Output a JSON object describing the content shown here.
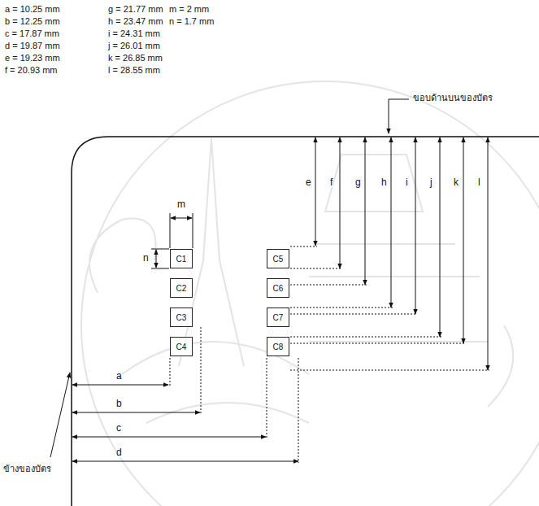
{
  "diagram": {
    "nodes": [
      {
        "text": [
          "C1"
        ]
      },
      {
        "text": [
          "C2"
        ]
      },
      {
        "text": [
          "C3"
        ]
      },
      {
        "text": [
          "C4"
        ]
      },
      {
        "text": [
          "C5"
        ]
      },
      {
        "text": [
          "C6"
        ]
      },
      {
        "text": [
          "C7"
        ]
      },
      {
        "text": [
          "C8"
        ]
      }
    ],
    "labels": [
      "a = 10.25 mm",
      "b = 12.25 mm",
      "c = 17.87 mm",
      "d = 19.87 mm",
      "e = 19.23 mm",
      "f = 20.93 mm",
      "g = 21.77 mm",
      "h = 23.47 mm",
      "i = 24.31 mm",
      "j = 26.01 mm",
      "k = 26.85 mm",
      "l = 28.55 mm",
      "m = 2 mm",
      "n = 1.7 mm",
      "ขอบด้านบนของบัตร",
      "e",
      "f",
      "g",
      "h",
      "i",
      "j",
      "k",
      "l",
      "m",
      "n",
      "a",
      "b",
      "c",
      "d",
      "ข้างของบัตร"
    ]
  }
}
